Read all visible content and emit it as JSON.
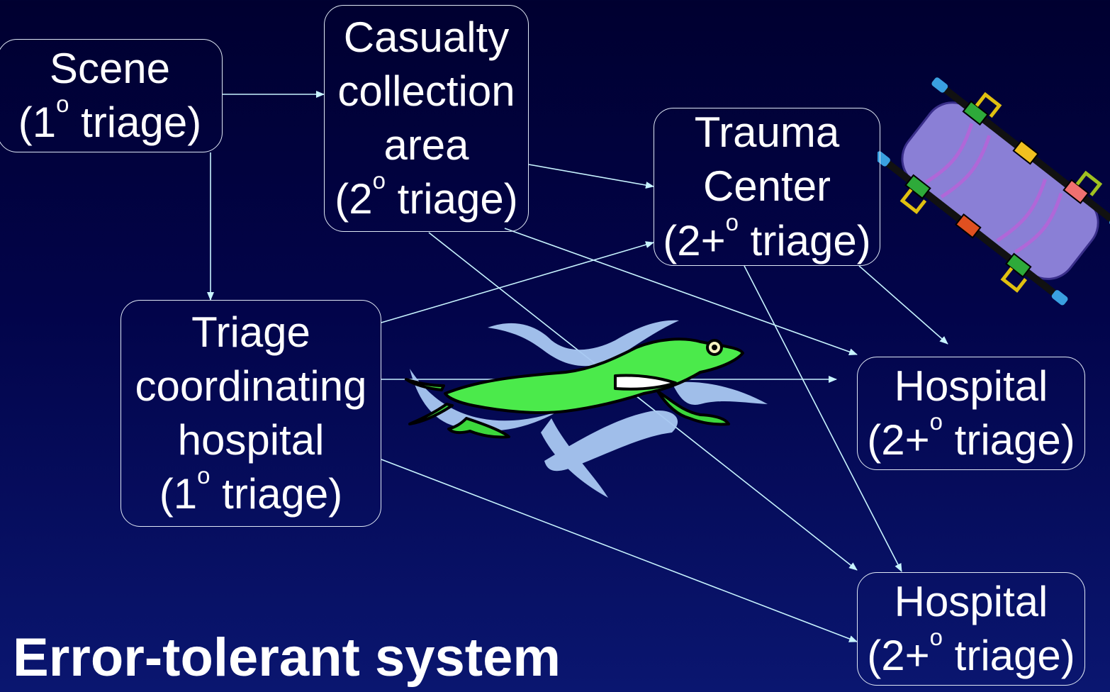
{
  "title": "Error-tolerant system",
  "nodes": {
    "scene": {
      "line1": "Scene",
      "line2_pre": "(1",
      "line2_sup": "o",
      "line2_post": " triage)"
    },
    "casualty": {
      "line1": "Casualty",
      "line2": "collection",
      "line3": "area",
      "line4_pre": "(2",
      "line4_sup": "o",
      "line4_post": " triage)"
    },
    "trauma": {
      "line1": "Trauma",
      "line2": "Center",
      "line3_pre": "(2+",
      "line3_sup": "o",
      "line3_post": " triage)"
    },
    "tch": {
      "line1": "Triage",
      "line2": "coordinating",
      "line3": "hospital",
      "line4_pre": "(1",
      "line4_sup": "o",
      "line4_post": " triage)"
    },
    "hospital_a": {
      "line1": "Hospital",
      "line2_pre": "(2+",
      "line2_sup": "o",
      "line2_post": " triage)"
    },
    "hospital_b": {
      "line1": "Hospital",
      "line2_pre": "(2+",
      "line2_sup": "o",
      "line2_post": " triage)"
    }
  },
  "edges": [
    {
      "from": "scene",
      "to": "casualty"
    },
    {
      "from": "scene",
      "to": "tch"
    },
    {
      "from": "casualty",
      "to": "trauma"
    },
    {
      "from": "casualty",
      "to": "hospital_a"
    },
    {
      "from": "casualty",
      "to": "hospital_b"
    },
    {
      "from": "tch",
      "to": "trauma"
    },
    {
      "from": "tch",
      "to": "hospital_a"
    },
    {
      "from": "tch",
      "to": "hospital_b"
    },
    {
      "from": "trauma",
      "to": "hospital_a"
    },
    {
      "from": "trauma",
      "to": "hospital_b"
    }
  ],
  "colors": {
    "background_top": "#000030",
    "background_bottom": "#0a1670",
    "text": "#ffffff",
    "arrow": "#c8f4ff",
    "frog": "#3fe83f",
    "stretcher": "#8a7fd6"
  },
  "icons": [
    "frog-clipart-icon",
    "stretcher-clipart-icon"
  ]
}
